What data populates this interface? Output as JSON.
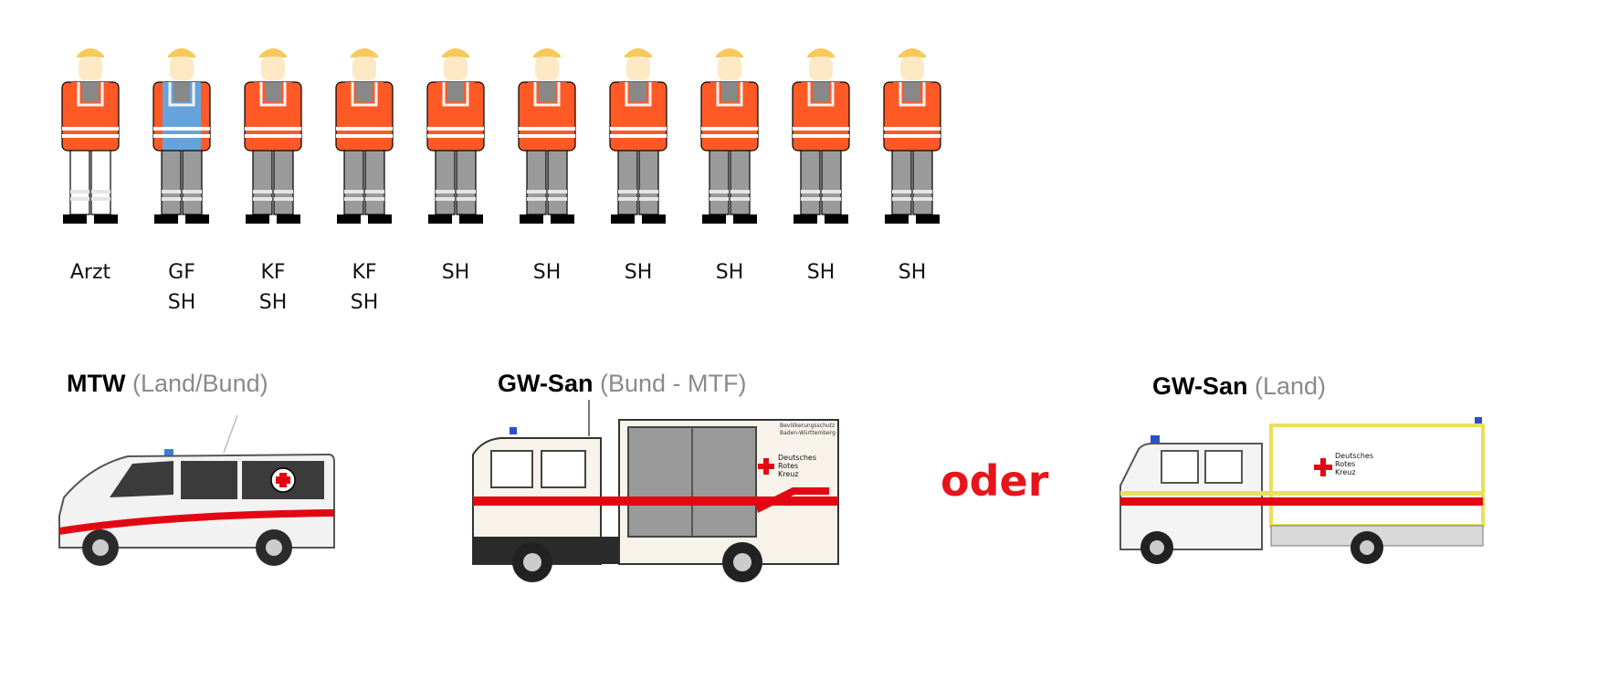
{
  "colors": {
    "vest": "#ff5a26",
    "vest_blue": "#66a3dc",
    "helmet": "#f7c85a",
    "face": "#fde9c4",
    "pants_grey": "#9a9a9a",
    "pants_white": "#ffffff",
    "red_stripe": "#e30613",
    "oder_red": "#e8141c",
    "label_grey": "#8a8a8a"
  },
  "personnel": [
    {
      "lines": [
        "Arzt"
      ],
      "vest": "orange",
      "pants": "white"
    },
    {
      "lines": [
        "GF",
        "SH"
      ],
      "vest": "blue",
      "pants": "grey"
    },
    {
      "lines": [
        "KF",
        "SH"
      ],
      "vest": "orange",
      "pants": "grey"
    },
    {
      "lines": [
        "KF",
        "SH"
      ],
      "vest": "orange",
      "pants": "grey"
    },
    {
      "lines": [
        "SH"
      ],
      "vest": "orange",
      "pants": "grey"
    },
    {
      "lines": [
        "SH"
      ],
      "vest": "orange",
      "pants": "grey"
    },
    {
      "lines": [
        "SH"
      ],
      "vest": "orange",
      "pants": "grey"
    },
    {
      "lines": [
        "SH"
      ],
      "vest": "orange",
      "pants": "grey"
    },
    {
      "lines": [
        "SH"
      ],
      "vest": "orange",
      "pants": "grey"
    },
    {
      "lines": [
        "SH"
      ],
      "vest": "orange",
      "pants": "grey"
    }
  ],
  "vehicles": {
    "mtw": {
      "name": "MTW",
      "detail": "(Land/Bund)"
    },
    "gwsan_bund": {
      "name": "GW-San",
      "detail": "(Bund - MTF)",
      "body_text": [
        "Bevölkerungsschutz",
        "Baden-Württemberg",
        "Deutsches",
        "Rotes",
        "Kreuz"
      ]
    },
    "gwsan_land": {
      "name": "GW-San",
      "detail": "(Land)",
      "body_text": [
        "Deutsches",
        "Rotes",
        "Kreuz"
      ]
    }
  },
  "connector": "oder"
}
